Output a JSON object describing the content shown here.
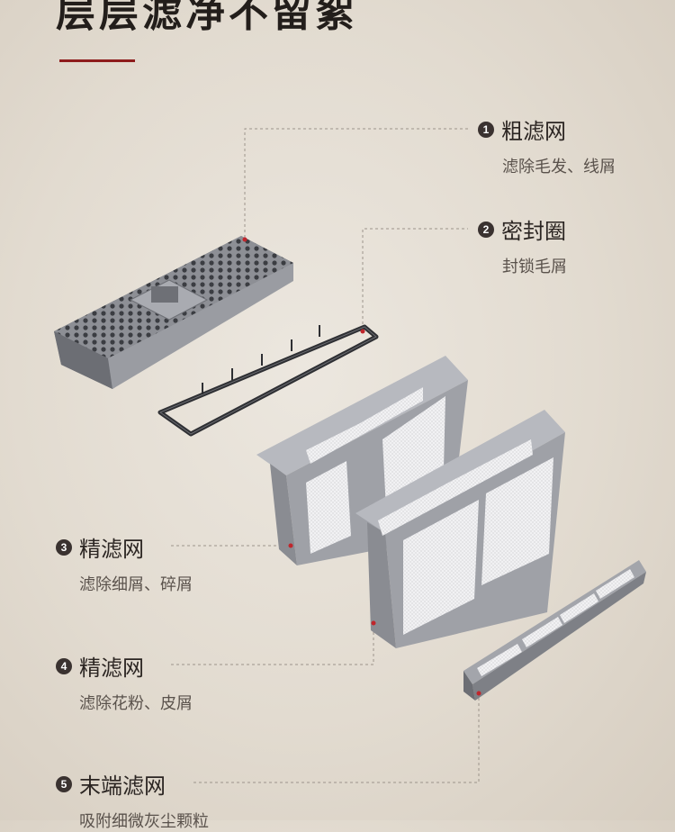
{
  "title": "层层滤净不留絮",
  "accent_color": "#8e1c1c",
  "filters": [
    {
      "num": "1",
      "name": "粗滤网",
      "desc": "滤除毛发、线屑"
    },
    {
      "num": "2",
      "name": "密封圈",
      "desc": "封锁毛屑"
    },
    {
      "num": "3",
      "name": "精滤网",
      "desc": "滤除细屑、碎屑"
    },
    {
      "num": "4",
      "name": "精滤网",
      "desc": "滤除花粉、皮屑"
    },
    {
      "num": "5",
      "name": "末端滤网",
      "desc": "吸附细微灰尘颗粒"
    }
  ]
}
